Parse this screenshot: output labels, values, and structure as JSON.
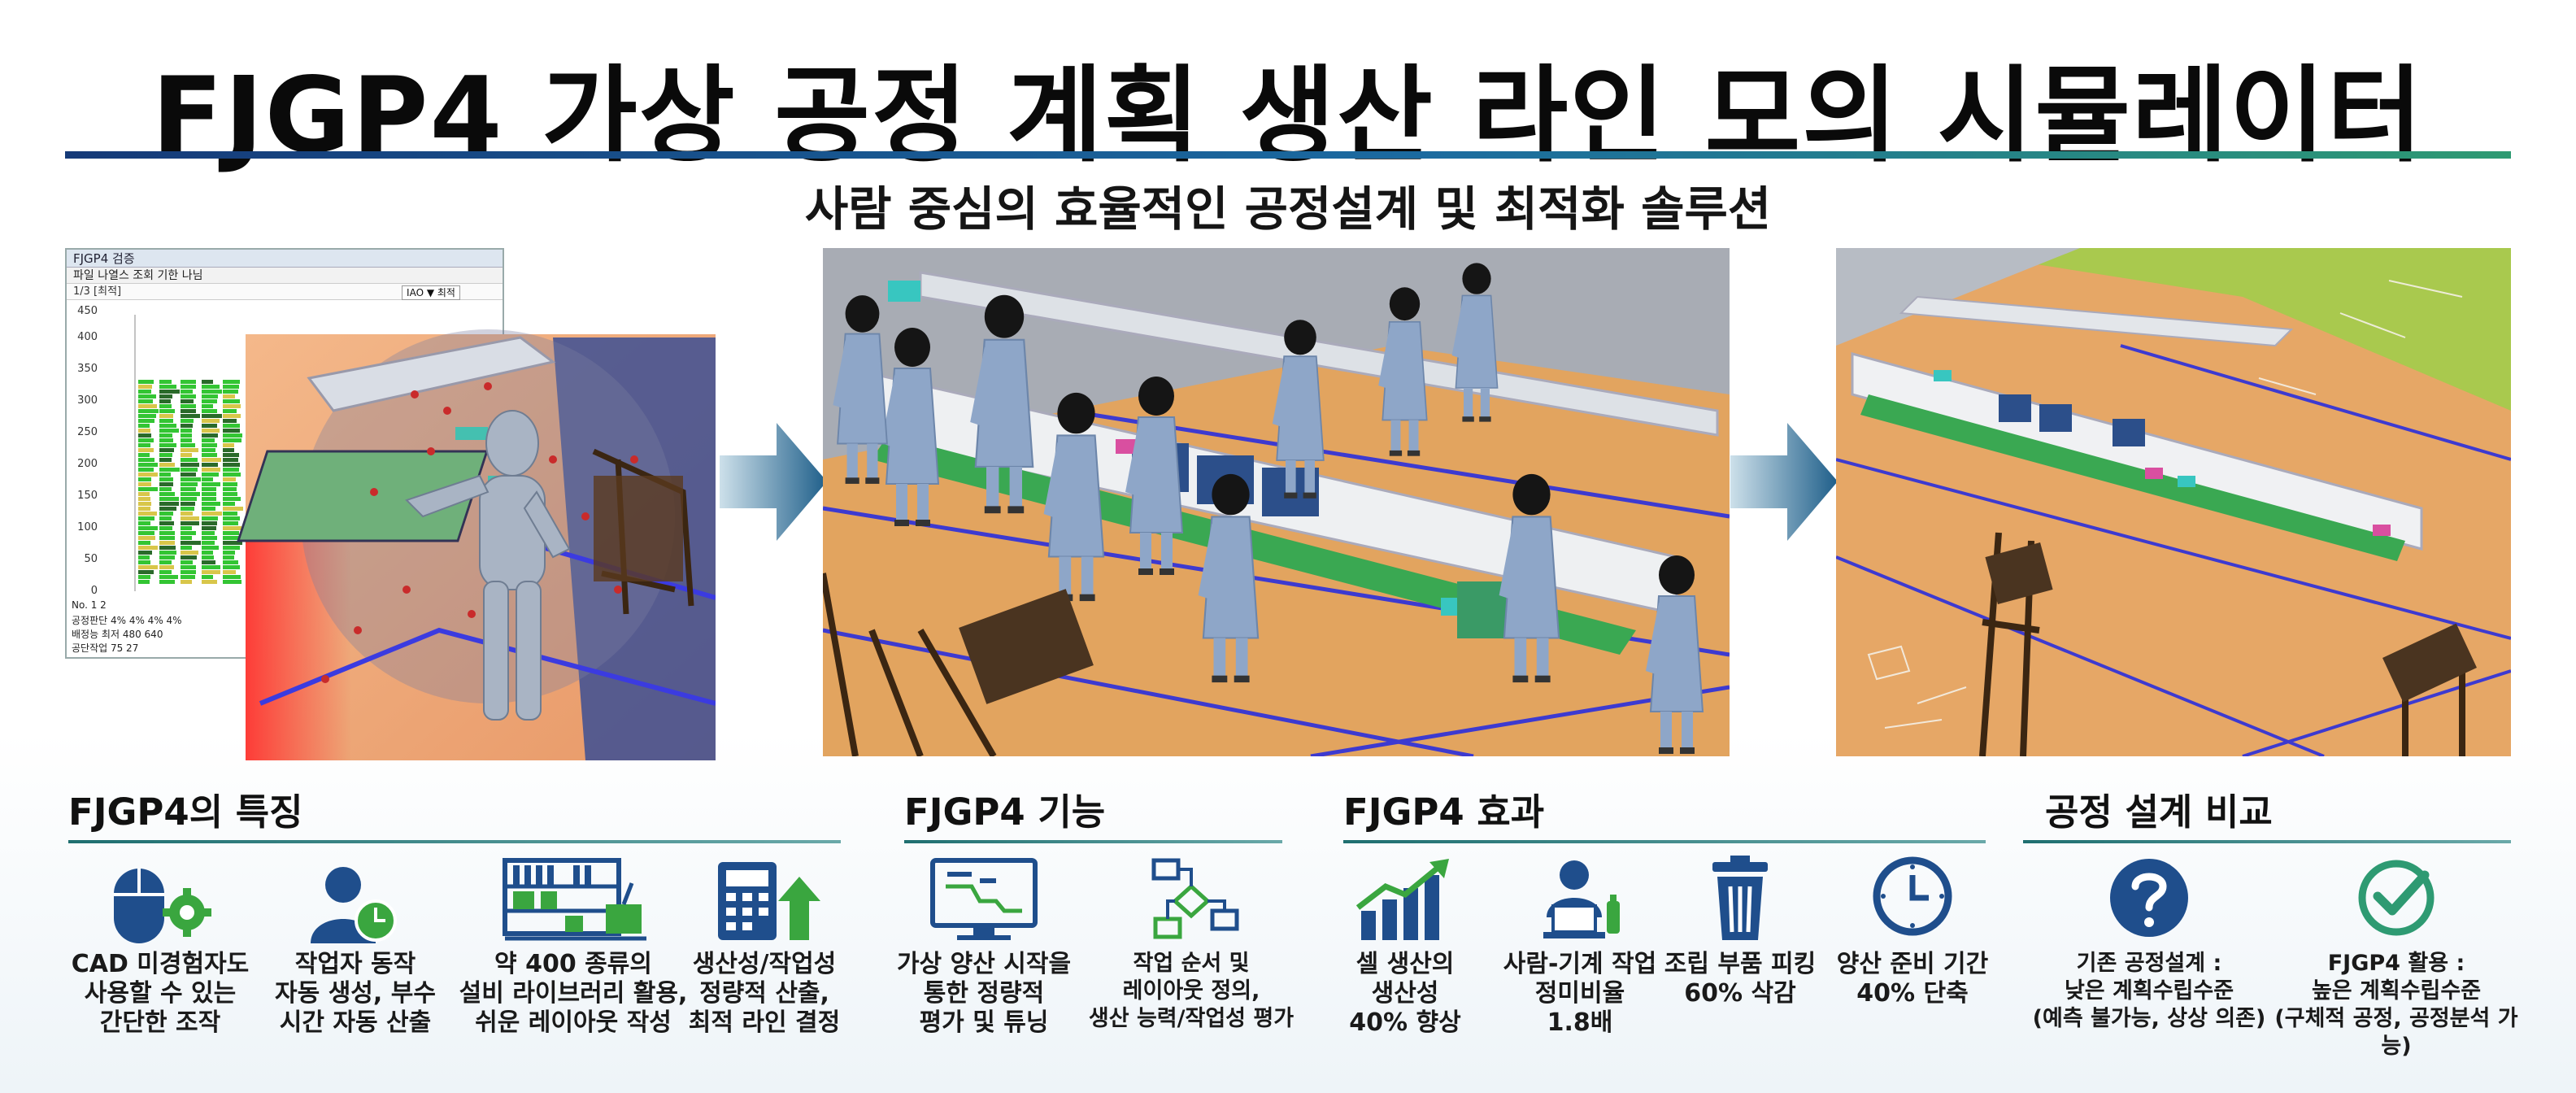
{
  "header": {
    "title": "FJGP4 가상 공정 계획 생산 라인 모의 시뮬레이터",
    "subtitle": "사람 중심의 효율적인 공정설계 및 최적화 솔루션"
  },
  "colors": {
    "accent_blue": "#1e5ea8",
    "accent_green": "#2e9a72",
    "icon_navy": "#1f4e8c",
    "icon_green": "#3aa63f"
  },
  "simulator_window": {
    "title": "FJGP4 검증",
    "menu": "파일   나열스   조회   기한   나님",
    "toolbar": "1/3 [최적]",
    "field": "IAO ▼ 최적",
    "y_ticks": [
      "400",
      "350",
      "300",
      "250",
      "200",
      "150",
      "100",
      "50",
      "0"
    ],
    "top_tick": "450",
    "footer_rows": [
      "No.                1             2",
      "공정판단    4%    4%    4%    4%",
      "배정능 최저    480          640",
      "공단작업       75            27"
    ]
  },
  "sections": {
    "features": {
      "title": "FJGP4의 특징",
      "items": [
        {
          "icon": "mouse-gear-icon",
          "label": "CAD 미경험자도\n사용할 수 있는\n간단한 조작"
        },
        {
          "icon": "worker-clock-icon",
          "label": "작업자 동작\n자동 생성, 부수\n시간 자동 산출"
        },
        {
          "icon": "equipment-library-icon",
          "label": "약 400 종류의\n설비 라이브러리 활용,\n쉬운 레이아웃 작성"
        },
        {
          "icon": "calculator-arrow-icon",
          "label": "생산성/작업성\n정량적 산출,\n최적 라인 결정"
        }
      ]
    },
    "functions": {
      "title": "FJGP4 기능",
      "items": [
        {
          "icon": "monitor-chart-icon",
          "label": "가상 양산 시작을\n통한 정량적\n평가 및 튜닝"
        },
        {
          "icon": "flowchart-icon",
          "label": "작업 순서 및\n레이아웃 정의,\n생산 능력/작업성 평가"
        }
      ]
    },
    "effects": {
      "title": "FJGP4 효과",
      "items": [
        {
          "icon": "growth-chart-icon",
          "label": "셀 생산의\n생산성\n40% 향상"
        },
        {
          "icon": "person-laptop-icon",
          "label": "사람-기계 작업\n정미비율\n1.8배"
        },
        {
          "icon": "trash-icon",
          "label": "조립 부품 피킹\n60% 삭감"
        },
        {
          "icon": "clock-icon",
          "label": "양산 준비 기간\n40% 단축"
        }
      ]
    },
    "comparison": {
      "title": "공정 설계 비교",
      "items": [
        {
          "icon": "question-icon",
          "label": "기존 공정설계 :\n낮은 계획수립수준\n(예측 불가능, 상상 의존)"
        },
        {
          "icon": "check-circle-icon",
          "label": "FJGP4 활용 :\n높은 계획수립수준\n(구체적 공정, 공정분석 가능)"
        }
      ]
    }
  }
}
